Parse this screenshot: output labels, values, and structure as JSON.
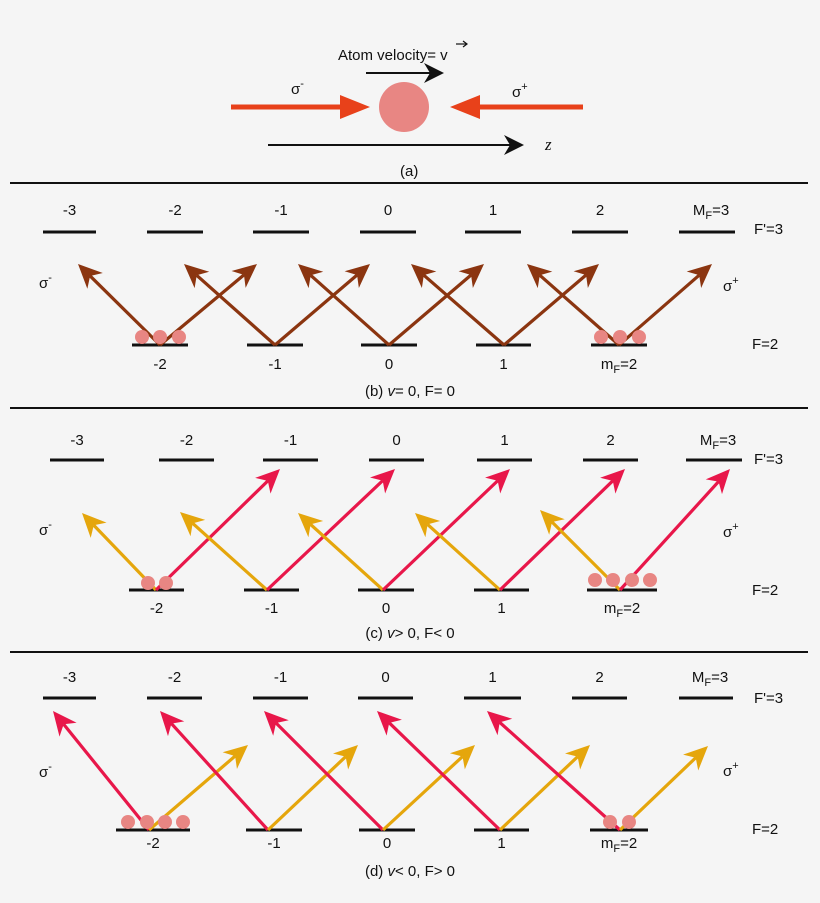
{
  "panel_a": {
    "velocity_label": "Atom velocity= ",
    "velocity_vector": "v",
    "sigma_minus": "σ",
    "sigma_minus_sup": "-",
    "sigma_plus": "σ",
    "sigma_plus_sup": "+",
    "axis_label": "z",
    "caption": "(a)"
  },
  "upper_levels": [
    "-3",
    "-2",
    "-1",
    "0",
    "1",
    "2"
  ],
  "upper_last": {
    "main": "M",
    "sub": "F",
    "rest": "=3"
  },
  "upper_level_name": "F'=3",
  "lower_levels": [
    "-2",
    "-1",
    "0",
    "1"
  ],
  "lower_last": {
    "main": "m",
    "sub": "F",
    "rest": "=2"
  },
  "lower_level_name": "F=2",
  "sigma": {
    "minus": "σ",
    "minus_sup": "-",
    "plus": "σ",
    "plus_sup": "+"
  },
  "captions": {
    "b": {
      "pre": "(b) ",
      "v": "v",
      "post": "= 0, F= 0"
    },
    "c": {
      "pre": "(c) ",
      "v": "v",
      "post": "> 0, F< 0"
    },
    "d": {
      "pre": "(d) ",
      "v": "v",
      "post": "< 0, F> 0"
    }
  },
  "colors": {
    "laser": "#e8411a",
    "atom": "#e88683",
    "brown": "#8b3510",
    "red": "#e8174a",
    "gold": "#e5a60c",
    "line": "#111111"
  }
}
